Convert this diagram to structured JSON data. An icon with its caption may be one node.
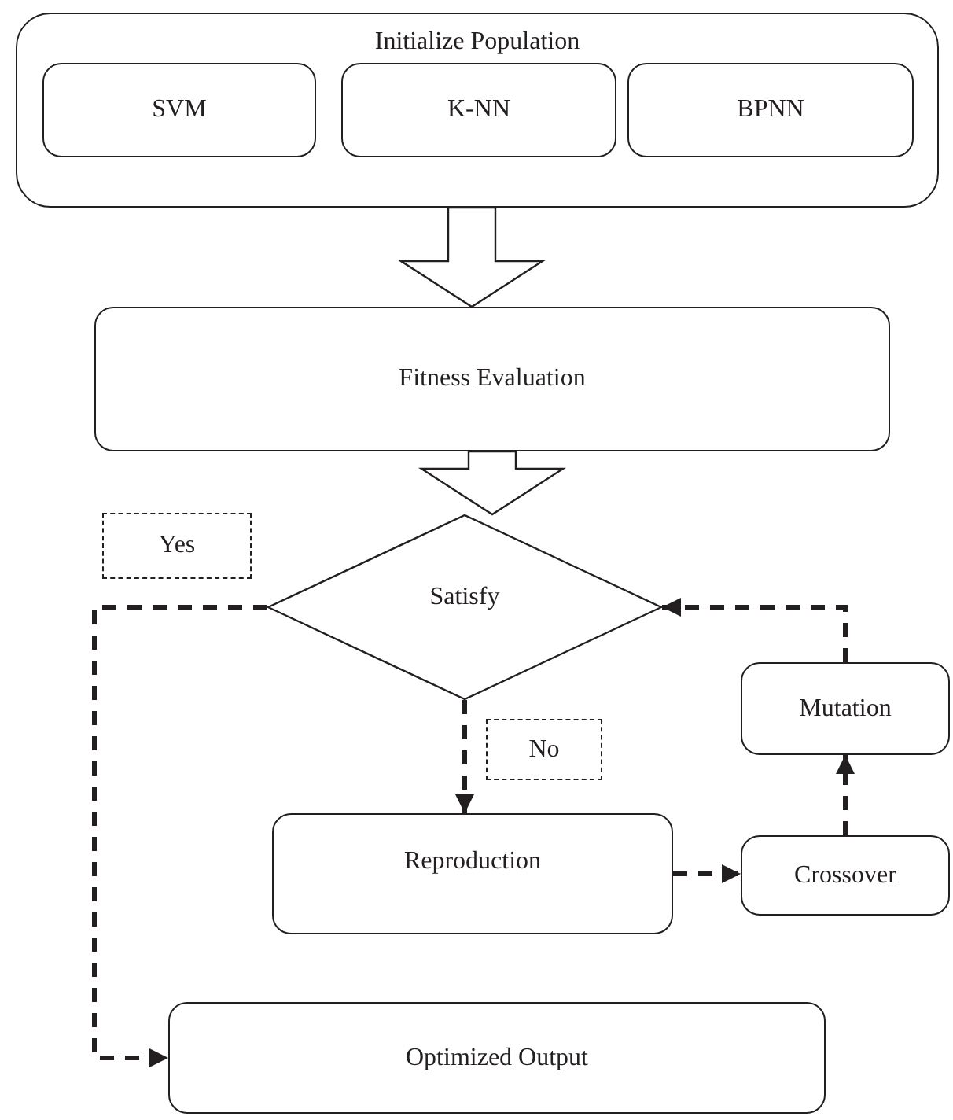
{
  "diagram": {
    "nodes": [
      {
        "text": [
          "Initialize Population"
        ]
      },
      {
        "text": [
          "SVM"
        ],
        "in": 0
      },
      {
        "text": [
          "K-NN"
        ],
        "in": 0
      },
      {
        "text": [
          "BPNN"
        ],
        "in": 0
      },
      {
        "text": [
          "Fitness Evaluation"
        ]
      },
      {
        "text": [
          "Satisfy"
        ]
      },
      {
        "text": [
          "Mutation"
        ]
      },
      {
        "text": [
          "Reproduction"
        ]
      },
      {
        "text": [
          "Crossover"
        ]
      },
      {
        "text": [
          "Optimized Output"
        ]
      }
    ],
    "edges": [
      {
        "from": 0,
        "to": 4,
        "arrow": "to",
        "style": "thick"
      },
      {
        "from": 4,
        "to": 5,
        "arrow": "to",
        "style": "thick"
      },
      {
        "from": 5,
        "to": 9,
        "arrow": "to",
        "style": "dashed",
        "label": "Yes"
      },
      {
        "from": 5,
        "to": 7,
        "arrow": "to",
        "style": "dashed",
        "label": "No"
      },
      {
        "from": 7,
        "to": 8,
        "arrow": "to",
        "style": "dashed"
      },
      {
        "from": 8,
        "to": 6,
        "arrow": "to",
        "style": "dashed"
      },
      {
        "from": 6,
        "to": 5,
        "arrow": "to",
        "style": "dashed"
      }
    ]
  }
}
